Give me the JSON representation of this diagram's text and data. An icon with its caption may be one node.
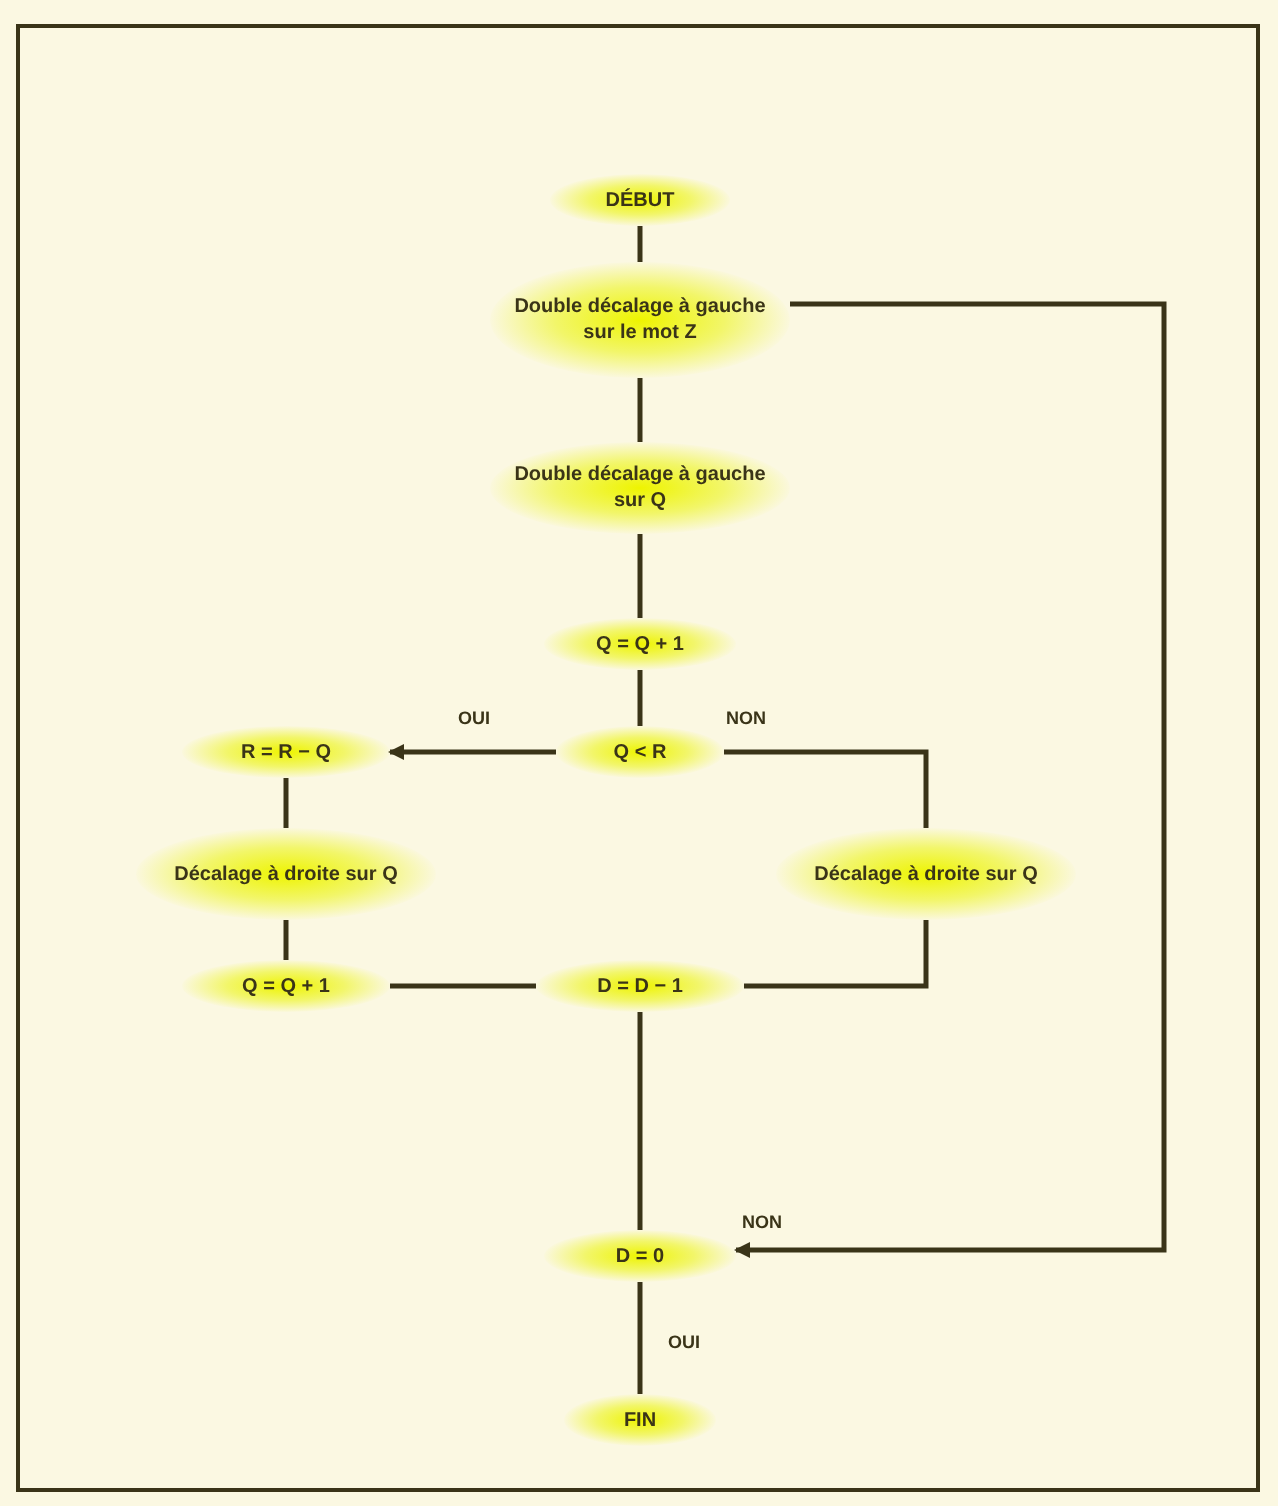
{
  "diagram": {
    "nodes": [
      {
        "text": [
          "DÉBUT"
        ]
      },
      {
        "text": [
          "Double décalage à gauche sur le mot Z"
        ]
      },
      {
        "text": [
          "Double décalage à gauche sur Q"
        ]
      },
      {
        "text": [
          "Q = Q + 1"
        ]
      },
      {
        "text": [
          "R = R − Q"
        ]
      },
      {
        "text": [
          "Q < R"
        ]
      },
      {
        "text": [
          "Décalage à droite sur Q"
        ]
      },
      {
        "text": [
          "Décalage à droite sur Q"
        ]
      },
      {
        "text": [
          "Q = Q + 1"
        ]
      },
      {
        "text": [
          "D = D − 1"
        ]
      },
      {
        "text": [
          "D = 0"
        ]
      },
      {
        "text": [
          "FIN"
        ]
      }
    ],
    "edges": [
      {
        "from": 0,
        "to": 1,
        "arrow": "none"
      },
      {
        "from": 1,
        "to": 2,
        "arrow": "none"
      },
      {
        "from": 2,
        "to": 3,
        "arrow": "none"
      },
      {
        "from": 3,
        "to": 5,
        "arrow": "none"
      },
      {
        "from": 5,
        "to": 4,
        "arrow": "to",
        "label": "OUI"
      },
      {
        "from": 5,
        "to": 7,
        "arrow": "none",
        "label": "NON"
      },
      {
        "from": 4,
        "to": 6,
        "arrow": "none"
      },
      {
        "from": 6,
        "to": 8,
        "arrow": "none"
      },
      {
        "from": 8,
        "to": 9,
        "arrow": "none"
      },
      {
        "from": 7,
        "to": 9,
        "arrow": "none"
      },
      {
        "from": 9,
        "to": 10,
        "arrow": "none"
      },
      {
        "from": 10,
        "to": 11,
        "arrow": "none",
        "label": "OUI"
      },
      {
        "from": 1,
        "to": 10,
        "arrow": "to",
        "label": "NON"
      }
    ]
  }
}
